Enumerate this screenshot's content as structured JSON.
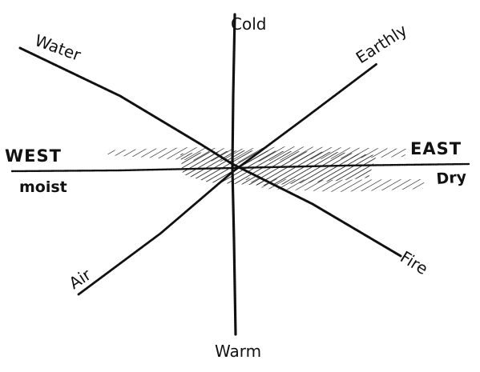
{
  "diagram": {
    "labels": {
      "cold": "Cold",
      "warm": "Warm",
      "water": "Water",
      "earthly": "Earthly",
      "west": "WEST",
      "east": "EAST",
      "moist": "moist",
      "dry": "Dry",
      "air": "Air",
      "fire": "Fire"
    },
    "colors": {
      "ink": "#111111",
      "background": "#ffffff"
    }
  }
}
